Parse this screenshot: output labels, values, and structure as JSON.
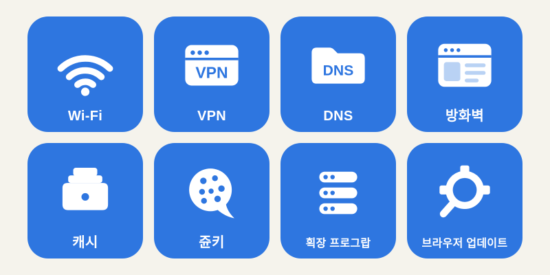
{
  "colors": {
    "bg": "#f5f3ec",
    "tile": "#2e76e0",
    "icon": "#ffffff",
    "light": "#b9d2f4"
  },
  "tiles": [
    {
      "id": "wifi",
      "label": "Wi-Fi",
      "icon": "wifi-icon"
    },
    {
      "id": "vpn",
      "label": "VPN",
      "icon": "vpn-window-icon",
      "icon_text": "VPN"
    },
    {
      "id": "dns",
      "label": "DNS",
      "icon": "dns-folder-icon",
      "icon_text": "DNS"
    },
    {
      "id": "firewall",
      "label": "방화벽",
      "icon": "firewall-window-icon"
    },
    {
      "id": "cache",
      "label": "캐시",
      "icon": "archive-box-icon"
    },
    {
      "id": "cookie",
      "label": "쥰키",
      "icon": "cookie-icon"
    },
    {
      "id": "extensions",
      "label": "획장 프로그랍",
      "icon": "server-stack-icon"
    },
    {
      "id": "browser-update",
      "label": "브라우저 업데이트",
      "icon": "update-ring-icon"
    }
  ]
}
